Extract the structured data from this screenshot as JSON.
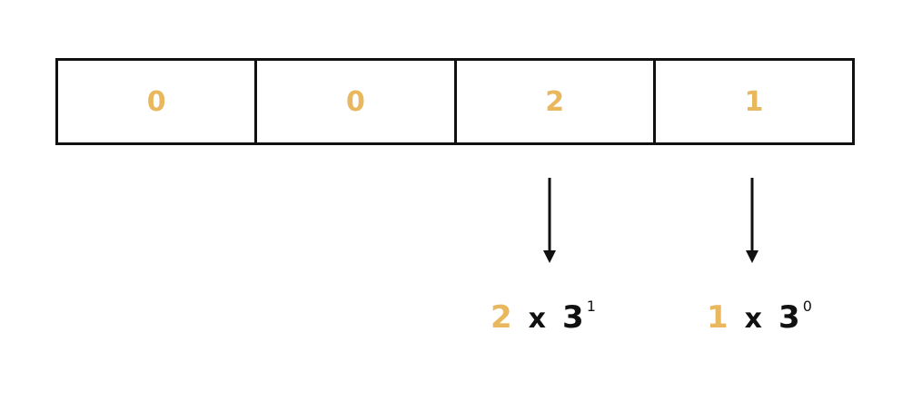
{
  "colors": {
    "digit": "#e8b75e",
    "ink": "#111111",
    "background": "#ffffff"
  },
  "cells": [
    "0",
    "0",
    "2",
    "1"
  ],
  "expressions": [
    {
      "digit": "2",
      "times": "x",
      "base": "3",
      "exponent": "1"
    },
    {
      "digit": "1",
      "times": "x",
      "base": "3",
      "exponent": "0"
    }
  ]
}
